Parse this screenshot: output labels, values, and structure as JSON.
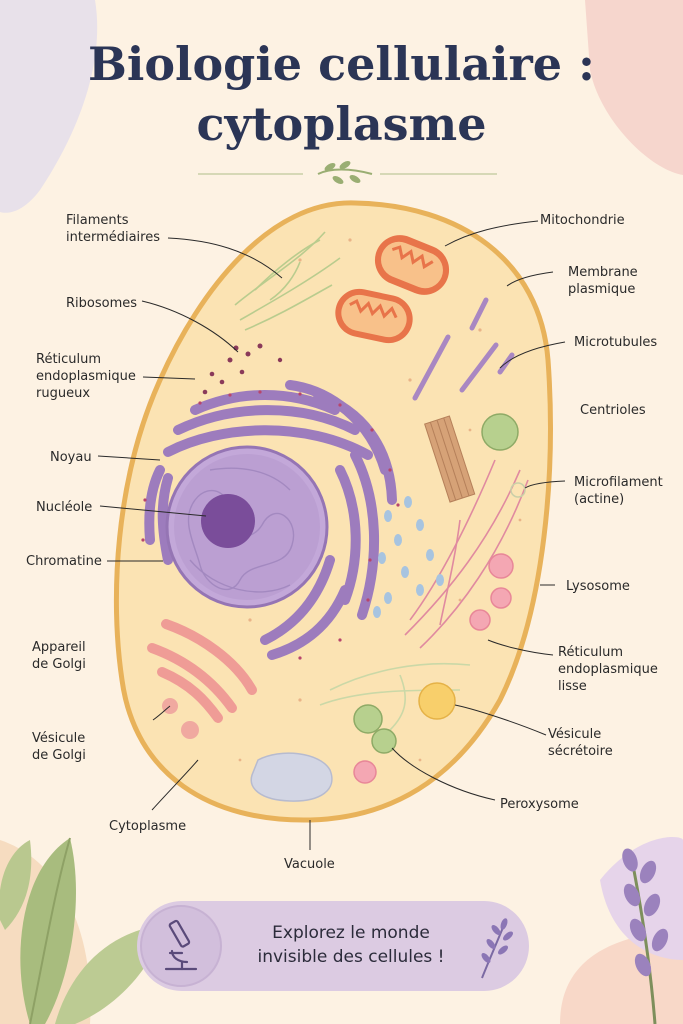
{
  "title": {
    "line1": "Biologie cellulaire :",
    "line2": "cytoplasme"
  },
  "labels": {
    "filaments": "Filaments\nintermédiaires",
    "ribosomes": "Ribosomes",
    "rer": "Réticulum\nendoplasmique\nrugueux",
    "noyau": "Noyau",
    "nucleole": "Nucléole",
    "chromatine": "Chromatine",
    "golgi": "Appareil\nde Golgi",
    "vesicule_golgi": "Vésicule\nde Golgi",
    "cytoplasme": "Cytoplasme",
    "vacuole": "Vacuole",
    "mitochondrie": "Mitochondrie",
    "membrane": "Membrane\nplasmique",
    "microtubules": "Microtubules",
    "centrioles": "Centrioles",
    "microfilament": "Microfilament\n(actine)",
    "lysosome": "Lysosome",
    "rel": "Réticulum\nendoplasmique\nlisse",
    "vesicule_secretoire": "Vésicule\nsécrétoire",
    "peroxysome": "Peroxysome"
  },
  "banner": {
    "text": "Explorez le monde\ninvisible des cellules !",
    "icon": "microscope-icon",
    "sprig_icon": "lavender-sprig-icon"
  },
  "colors": {
    "title": "#2b3556",
    "cell_fill": "#fbe3b3",
    "membrane": "#e8b25a",
    "nucleus": "#a98bc4",
    "mitochondria": "#e8744a",
    "golgi": "#ef9c96"
  }
}
